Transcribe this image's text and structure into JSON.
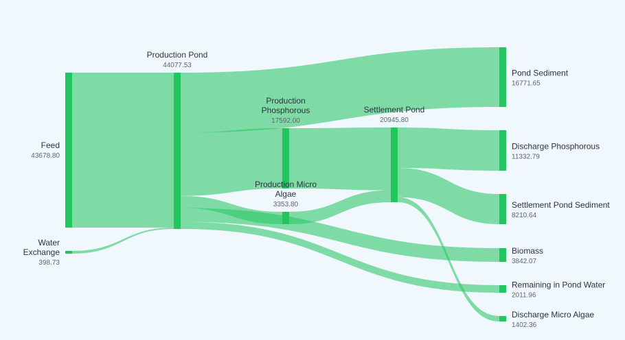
{
  "chart_data": {
    "type": "sankey",
    "title": "",
    "colors": {
      "node": "#22c55e",
      "link": "#22c55e",
      "link_opacity": 0.55,
      "background": "#f0f7fd"
    },
    "nodes": [
      {
        "id": "feed",
        "name": "Feed",
        "value": "43678.80",
        "column": 0
      },
      {
        "id": "water",
        "name": "Water Exchange",
        "value": "398.73",
        "column": 0
      },
      {
        "id": "prodpond",
        "name": "Production Pond",
        "value": "44077.53",
        "column": 1
      },
      {
        "id": "prodphos",
        "name": "Production Phosphorous",
        "value": "17592.00",
        "column": 2
      },
      {
        "id": "prodalgae",
        "name": "Production Micro Algae",
        "value": "3353.80",
        "column": 2
      },
      {
        "id": "settle",
        "name": "Settlement Pond",
        "value": "20945.80",
        "column": 3
      },
      {
        "id": "pondsed",
        "name": "Pond Sediment",
        "value": "16771.65",
        "column": 4
      },
      {
        "id": "dischphos",
        "name": "Discharge Phosphorous",
        "value": "11332.79",
        "column": 4
      },
      {
        "id": "settlesed",
        "name": "Settlement Pond Sediment",
        "value": "8210.64",
        "column": 4
      },
      {
        "id": "biomass",
        "name": "Biomass",
        "value": "3842.07",
        "column": 4
      },
      {
        "id": "remaining",
        "name": "Remaining in Pond Water",
        "value": "2011.96",
        "column": 4
      },
      {
        "id": "dischalgae",
        "name": "Discharge Micro Algae",
        "value": "1402.36",
        "column": 4
      }
    ],
    "links": [
      {
        "source": "feed",
        "target": "prodpond",
        "value": 43678.8
      },
      {
        "source": "water",
        "target": "prodpond",
        "value": 398.73
      },
      {
        "source": "prodpond",
        "target": "pondsed",
        "value": 16771.65
      },
      {
        "source": "prodpond",
        "target": "prodphos",
        "value": 17592.0
      },
      {
        "source": "prodpond",
        "target": "prodalgae",
        "value": 3353.8
      },
      {
        "source": "prodpond",
        "target": "biomass",
        "value": 3842.07
      },
      {
        "source": "prodpond",
        "target": "remaining",
        "value": 2011.96
      },
      {
        "source": "prodphos",
        "target": "settle",
        "value": 17592.0
      },
      {
        "source": "prodalgae",
        "target": "settle",
        "value": 3353.8
      },
      {
        "source": "settle",
        "target": "dischphos",
        "value": 11332.79
      },
      {
        "source": "settle",
        "target": "settlesed",
        "value": 8210.64
      },
      {
        "source": "settle",
        "target": "dischalgae",
        "value": 1402.36
      }
    ]
  }
}
